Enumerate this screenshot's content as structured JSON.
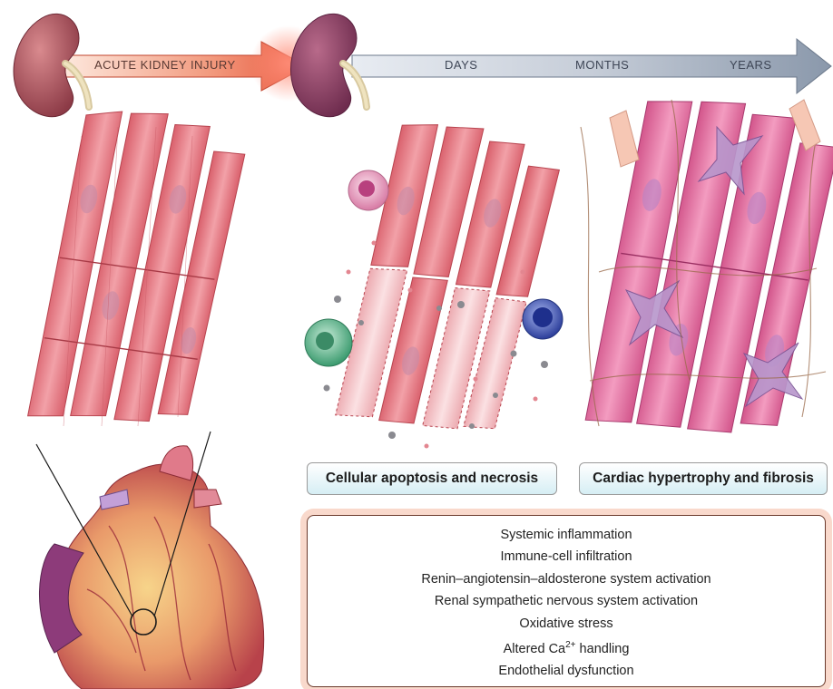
{
  "timeline": {
    "injury_label": "ACUTE KIDNEY INJURY",
    "stages": [
      "DAYS",
      "MONTHS",
      "YEARS"
    ]
  },
  "panels": {
    "apoptosis_label": "Cellular apoptosis and necrosis",
    "hypertrophy_label": "Cardiac hypertrophy and fibrosis"
  },
  "mechanisms": {
    "items": [
      "Systemic inflammation",
      "Immune-cell infiltration",
      "Renin–angiotensin–aldosterone system activation",
      "Renal sympathetic nervous system activation",
      "Oxidative stress",
      "Endothelial dysfunction"
    ],
    "calcium": {
      "prefix": "Altered Ca",
      "superscript": "2+",
      "suffix": " handling"
    }
  },
  "colors": {
    "injury_arrow": "#e8543a",
    "timeline_arrow": "#8a98ab",
    "myocyte": "#e9868f",
    "hypertrophic_myocyte": "#e06a9a",
    "fibroblast": "#b48ac4",
    "kidney": "#a9485a",
    "box_header": "#d6eef4",
    "box_glow": "#f9d9cc"
  }
}
